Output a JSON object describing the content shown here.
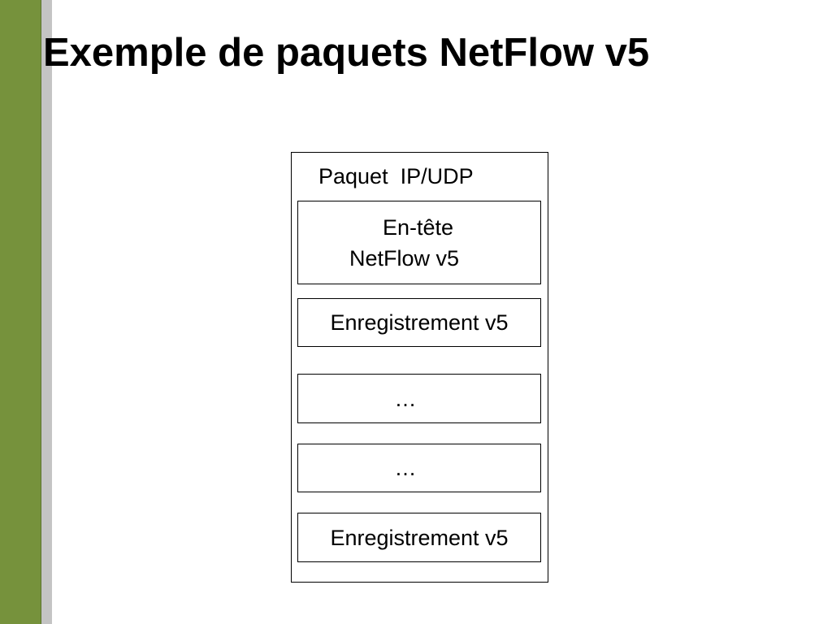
{
  "slide": {
    "title": "Exemple de paquets NetFlow v5"
  },
  "diagram": {
    "packet_label": "Paquet  IP/UDP",
    "header": {
      "line1": "En-tête",
      "line2": "NetFlow v5"
    },
    "rows": [
      "Enregistrement v5",
      "…",
      "…",
      "Enregistrement v5"
    ]
  },
  "colors": {
    "side_bar": "#76923c",
    "side_stripe": "#c4c4c4"
  }
}
